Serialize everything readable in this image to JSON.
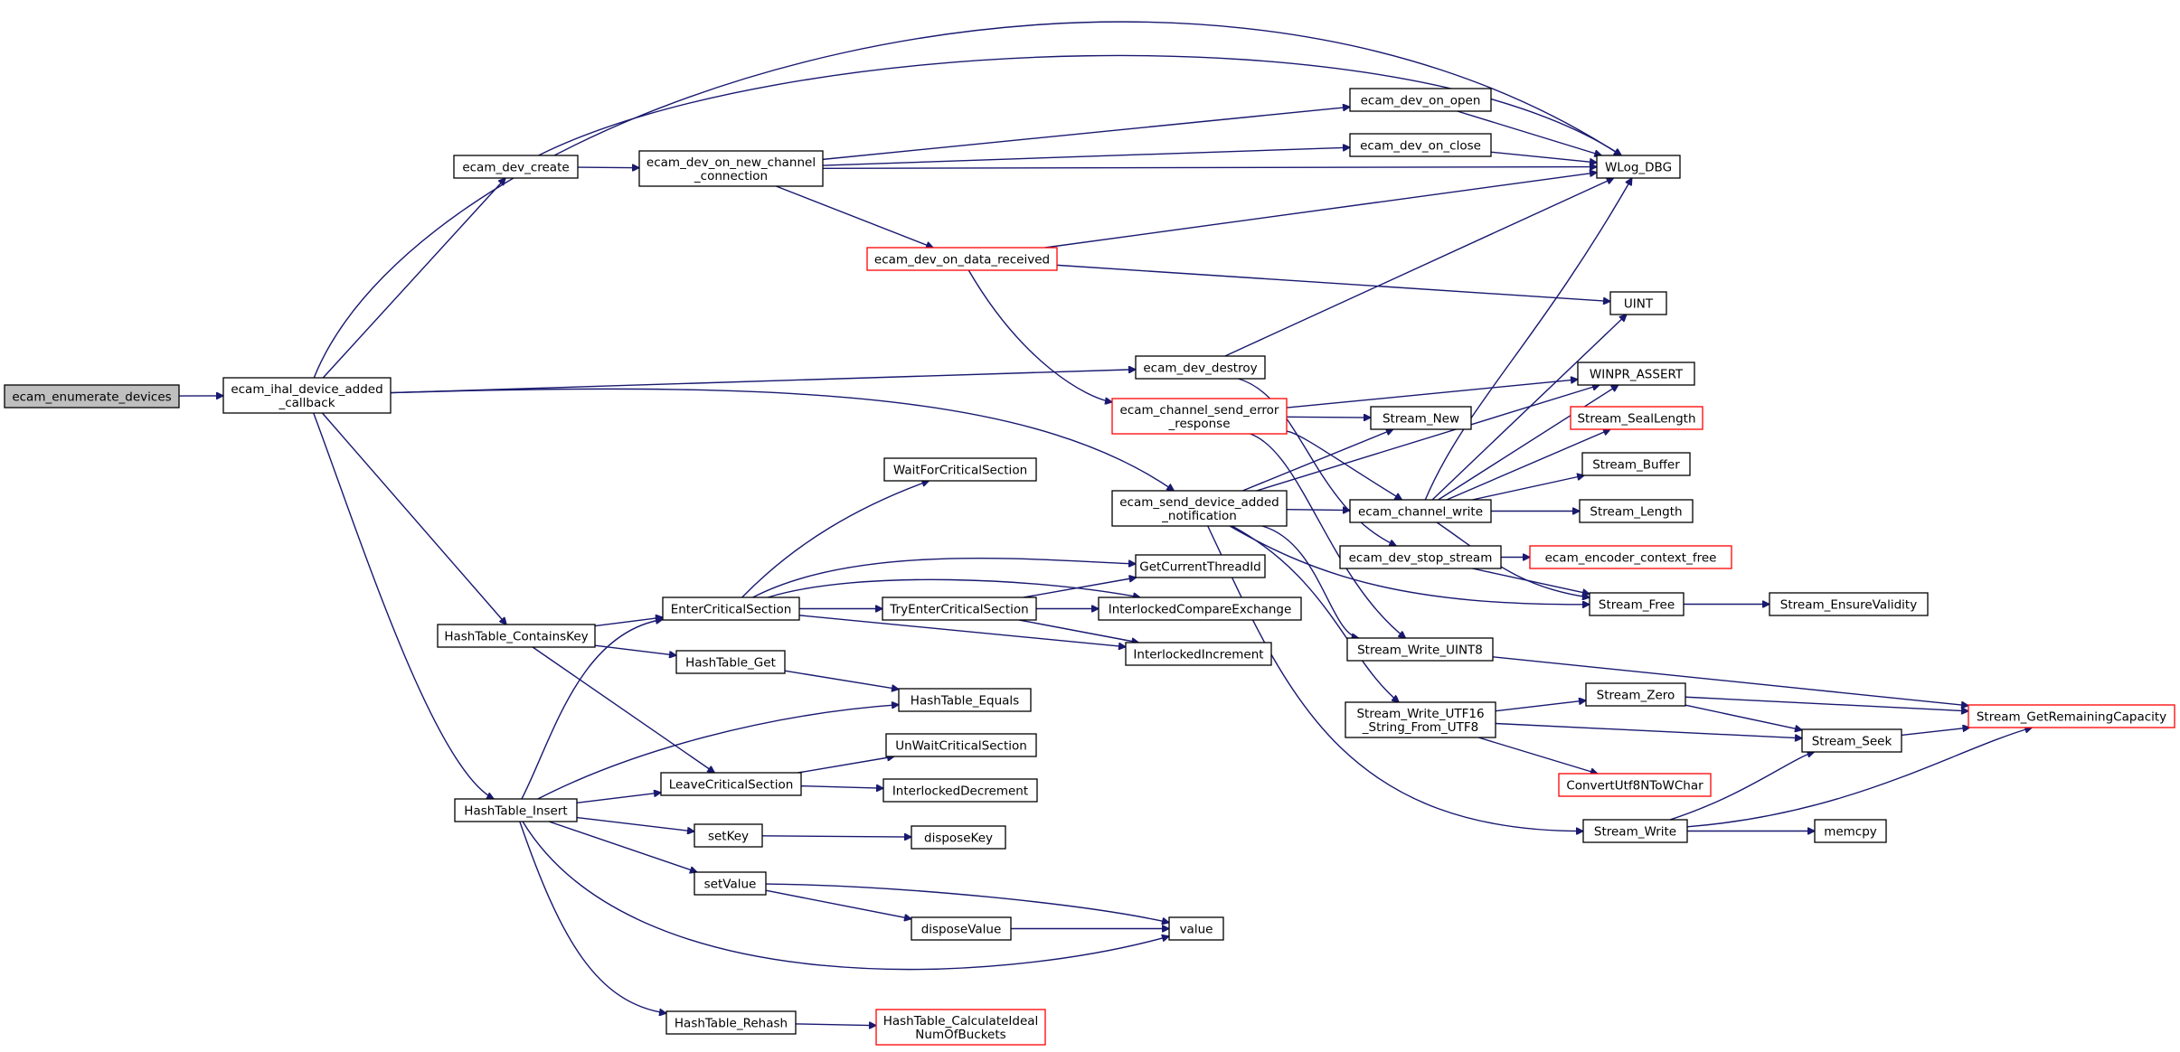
{
  "diagram": {
    "type": "call-graph",
    "colors": {
      "edge": "#191970",
      "node_border": "#000000",
      "truncated_border": "#ff0000",
      "root_fill": "#bfbfbf",
      "background": "#ffffff"
    },
    "nodes": [
      {
        "id": "ecam_enumerate_devices",
        "lines": [
          "ecam_enumerate_devices"
        ],
        "style": "root"
      },
      {
        "id": "ecam_ihal_device_added_callback",
        "lines": [
          "ecam_ihal_device_added",
          "_callback"
        ],
        "style": "normal"
      },
      {
        "id": "ecam_dev_create",
        "lines": [
          "ecam_dev_create"
        ],
        "style": "normal"
      },
      {
        "id": "ecam_dev_on_new_channel_connection",
        "lines": [
          "ecam_dev_on_new_channel",
          "_connection"
        ],
        "style": "normal"
      },
      {
        "id": "ecam_dev_on_open",
        "lines": [
          "ecam_dev_on_open"
        ],
        "style": "normal"
      },
      {
        "id": "ecam_dev_on_close",
        "lines": [
          "ecam_dev_on_close"
        ],
        "style": "normal"
      },
      {
        "id": "WLog_DBG",
        "lines": [
          "WLog_DBG"
        ],
        "style": "normal"
      },
      {
        "id": "ecam_dev_on_data_received",
        "lines": [
          "ecam_dev_on_data_received"
        ],
        "style": "truncated"
      },
      {
        "id": "UINT",
        "lines": [
          "UINT"
        ],
        "style": "normal"
      },
      {
        "id": "ecam_dev_destroy",
        "lines": [
          "ecam_dev_destroy"
        ],
        "style": "normal"
      },
      {
        "id": "WINPR_ASSERT",
        "lines": [
          "WINPR_ASSERT"
        ],
        "style": "normal"
      },
      {
        "id": "ecam_channel_send_error_response",
        "lines": [
          "ecam_channel_send_error",
          "_response"
        ],
        "style": "truncated"
      },
      {
        "id": "Stream_New",
        "lines": [
          "Stream_New"
        ],
        "style": "normal"
      },
      {
        "id": "Stream_SealLength",
        "lines": [
          "Stream_SealLength"
        ],
        "style": "truncated"
      },
      {
        "id": "Stream_Buffer",
        "lines": [
          "Stream_Buffer"
        ],
        "style": "normal"
      },
      {
        "id": "WaitForCriticalSection",
        "lines": [
          "WaitForCriticalSection"
        ],
        "style": "normal"
      },
      {
        "id": "ecam_send_device_added_notification",
        "lines": [
          "ecam_send_device_added",
          "_notification"
        ],
        "style": "normal"
      },
      {
        "id": "ecam_channel_write",
        "lines": [
          "ecam_channel_write"
        ],
        "style": "normal"
      },
      {
        "id": "Stream_Length",
        "lines": [
          "Stream_Length"
        ],
        "style": "normal"
      },
      {
        "id": "ecam_dev_stop_stream",
        "lines": [
          "ecam_dev_stop_stream"
        ],
        "style": "normal"
      },
      {
        "id": "ecam_encoder_context_free",
        "lines": [
          "ecam_encoder_context_free"
        ],
        "style": "truncated"
      },
      {
        "id": "GetCurrentThreadId",
        "lines": [
          "GetCurrentThreadId"
        ],
        "style": "normal"
      },
      {
        "id": "EnterCriticalSection",
        "lines": [
          "EnterCriticalSection"
        ],
        "style": "normal"
      },
      {
        "id": "TryEnterCriticalSection",
        "lines": [
          "TryEnterCriticalSection"
        ],
        "style": "normal"
      },
      {
        "id": "InterlockedCompareExchange",
        "lines": [
          "InterlockedCompareExchange"
        ],
        "style": "normal"
      },
      {
        "id": "Stream_Free",
        "lines": [
          "Stream_Free"
        ],
        "style": "normal"
      },
      {
        "id": "Stream_EnsureValidity",
        "lines": [
          "Stream_EnsureValidity"
        ],
        "style": "normal"
      },
      {
        "id": "HashTable_ContainsKey",
        "lines": [
          "HashTable_ContainsKey"
        ],
        "style": "normal"
      },
      {
        "id": "Stream_Write_UINT8",
        "lines": [
          "Stream_Write_UINT8"
        ],
        "style": "normal"
      },
      {
        "id": "InterlockedIncrement",
        "lines": [
          "InterlockedIncrement"
        ],
        "style": "normal"
      },
      {
        "id": "HashTable_Get",
        "lines": [
          "HashTable_Get"
        ],
        "style": "normal"
      },
      {
        "id": "HashTable_Equals",
        "lines": [
          "HashTable_Equals"
        ],
        "style": "normal"
      },
      {
        "id": "Stream_Zero",
        "lines": [
          "Stream_Zero"
        ],
        "style": "normal"
      },
      {
        "id": "Stream_Write_UTF16_String_From_UTF8",
        "lines": [
          "Stream_Write_UTF16",
          "_String_From_UTF8"
        ],
        "style": "normal"
      },
      {
        "id": "Stream_GetRemainingCapacity",
        "lines": [
          "Stream_GetRemainingCapacity"
        ],
        "style": "truncated"
      },
      {
        "id": "Stream_Seek",
        "lines": [
          "Stream_Seek"
        ],
        "style": "normal"
      },
      {
        "id": "UnWaitCriticalSection",
        "lines": [
          "UnWaitCriticalSection"
        ],
        "style": "normal"
      },
      {
        "id": "LeaveCriticalSection",
        "lines": [
          "LeaveCriticalSection"
        ],
        "style": "normal"
      },
      {
        "id": "ConvertUtf8NToWChar",
        "lines": [
          "ConvertUtf8NToWChar"
        ],
        "style": "truncated"
      },
      {
        "id": "InterlockedDecrement",
        "lines": [
          "InterlockedDecrement"
        ],
        "style": "normal"
      },
      {
        "id": "HashTable_Insert",
        "lines": [
          "HashTable_Insert"
        ],
        "style": "normal"
      },
      {
        "id": "Stream_Write",
        "lines": [
          "Stream_Write"
        ],
        "style": "normal"
      },
      {
        "id": "memcpy",
        "lines": [
          "memcpy"
        ],
        "style": "normal"
      },
      {
        "id": "setKey",
        "lines": [
          "setKey"
        ],
        "style": "normal"
      },
      {
        "id": "disposeKey",
        "lines": [
          "disposeKey"
        ],
        "style": "normal"
      },
      {
        "id": "setValue",
        "lines": [
          "setValue"
        ],
        "style": "normal"
      },
      {
        "id": "disposeValue",
        "lines": [
          "disposeValue"
        ],
        "style": "normal"
      },
      {
        "id": "value",
        "lines": [
          "value"
        ],
        "style": "normal"
      },
      {
        "id": "HashTable_Rehash",
        "lines": [
          "HashTable_Rehash"
        ],
        "style": "normal"
      },
      {
        "id": "HashTable_CalculateIdealNumOfBuckets",
        "lines": [
          "HashTable_CalculateIdeal",
          "NumOfBuckets"
        ],
        "style": "truncated"
      }
    ],
    "edges": [
      {
        "from": "ecam_enumerate_devices",
        "to": "ecam_ihal_device_added_callback"
      },
      {
        "from": "ecam_ihal_device_added_callback",
        "to": "WLog_DBG"
      },
      {
        "from": "ecam_ihal_device_added_callback",
        "to": "ecam_dev_create"
      },
      {
        "from": "ecam_ihal_device_added_callback",
        "to": "ecam_dev_destroy"
      },
      {
        "from": "ecam_ihal_device_added_callback",
        "to": "ecam_send_device_added_notification"
      },
      {
        "from": "ecam_ihal_device_added_callback",
        "to": "HashTable_ContainsKey"
      },
      {
        "from": "ecam_ihal_device_added_callback",
        "to": "HashTable_Insert"
      },
      {
        "from": "ecam_dev_create",
        "to": "WLog_DBG"
      },
      {
        "from": "ecam_dev_create",
        "to": "ecam_dev_on_new_channel_connection"
      },
      {
        "from": "ecam_dev_on_new_channel_connection",
        "to": "ecam_dev_on_open"
      },
      {
        "from": "ecam_dev_on_new_channel_connection",
        "to": "ecam_dev_on_close"
      },
      {
        "from": "ecam_dev_on_new_channel_connection",
        "to": "WLog_DBG"
      },
      {
        "from": "ecam_dev_on_new_channel_connection",
        "to": "ecam_dev_on_data_received"
      },
      {
        "from": "ecam_dev_on_open",
        "to": "WLog_DBG"
      },
      {
        "from": "ecam_dev_on_close",
        "to": "WLog_DBG"
      },
      {
        "from": "ecam_dev_on_data_received",
        "to": "WLog_DBG"
      },
      {
        "from": "ecam_dev_on_data_received",
        "to": "UINT"
      },
      {
        "from": "ecam_dev_on_data_received",
        "to": "ecam_channel_send_error_response"
      },
      {
        "from": "ecam_dev_destroy",
        "to": "WLog_DBG"
      },
      {
        "from": "ecam_dev_destroy",
        "to": "ecam_dev_stop_stream"
      },
      {
        "from": "ecam_channel_send_error_response",
        "to": "WINPR_ASSERT"
      },
      {
        "from": "ecam_channel_send_error_response",
        "to": "Stream_New"
      },
      {
        "from": "ecam_channel_send_error_response",
        "to": "ecam_channel_write"
      },
      {
        "from": "ecam_channel_send_error_response",
        "to": "Stream_Write_UINT8"
      },
      {
        "from": "ecam_send_device_added_notification",
        "to": "Stream_New"
      },
      {
        "from": "ecam_send_device_added_notification",
        "to": "WINPR_ASSERT"
      },
      {
        "from": "ecam_send_device_added_notification",
        "to": "ecam_channel_write"
      },
      {
        "from": "ecam_send_device_added_notification",
        "to": "Stream_Free"
      },
      {
        "from": "ecam_send_device_added_notification",
        "to": "Stream_Write_UINT8"
      },
      {
        "from": "ecam_send_device_added_notification",
        "to": "Stream_Write_UTF16_String_From_UTF8"
      },
      {
        "from": "ecam_send_device_added_notification",
        "to": "Stream_Write"
      },
      {
        "from": "ecam_channel_write",
        "to": "WLog_DBG"
      },
      {
        "from": "ecam_channel_write",
        "to": "UINT"
      },
      {
        "from": "ecam_channel_write",
        "to": "WINPR_ASSERT"
      },
      {
        "from": "ecam_channel_write",
        "to": "Stream_SealLength"
      },
      {
        "from": "ecam_channel_write",
        "to": "Stream_Buffer"
      },
      {
        "from": "ecam_channel_write",
        "to": "Stream_Length"
      },
      {
        "from": "ecam_channel_write",
        "to": "Stream_Free"
      },
      {
        "from": "ecam_dev_stop_stream",
        "to": "ecam_encoder_context_free"
      },
      {
        "from": "ecam_dev_stop_stream",
        "to": "Stream_Free"
      },
      {
        "from": "Stream_Free",
        "to": "Stream_EnsureValidity"
      },
      {
        "from": "Stream_Write_UINT8",
        "to": "Stream_GetRemainingCapacity"
      },
      {
        "from": "Stream_Write_UTF16_String_From_UTF8",
        "to": "Stream_Zero"
      },
      {
        "from": "Stream_Write_UTF16_String_From_UTF8",
        "to": "Stream_Seek"
      },
      {
        "from": "Stream_Write_UTF16_String_From_UTF8",
        "to": "ConvertUtf8NToWChar"
      },
      {
        "from": "Stream_Zero",
        "to": "Stream_GetRemainingCapacity"
      },
      {
        "from": "Stream_Zero",
        "to": "Stream_Seek"
      },
      {
        "from": "Stream_Seek",
        "to": "Stream_GetRemainingCapacity"
      },
      {
        "from": "Stream_Write",
        "to": "Stream_Seek"
      },
      {
        "from": "Stream_Write",
        "to": "Stream_GetRemainingCapacity"
      },
      {
        "from": "Stream_Write",
        "to": "memcpy"
      },
      {
        "from": "HashTable_ContainsKey",
        "to": "EnterCriticalSection"
      },
      {
        "from": "HashTable_ContainsKey",
        "to": "HashTable_Get"
      },
      {
        "from": "HashTable_ContainsKey",
        "to": "LeaveCriticalSection"
      },
      {
        "from": "EnterCriticalSection",
        "to": "WaitForCriticalSection"
      },
      {
        "from": "EnterCriticalSection",
        "to": "GetCurrentThreadId"
      },
      {
        "from": "EnterCriticalSection",
        "to": "InterlockedCompareExchange"
      },
      {
        "from": "EnterCriticalSection",
        "to": "TryEnterCriticalSection"
      },
      {
        "from": "EnterCriticalSection",
        "to": "InterlockedIncrement"
      },
      {
        "from": "TryEnterCriticalSection",
        "to": "GetCurrentThreadId"
      },
      {
        "from": "TryEnterCriticalSection",
        "to": "InterlockedCompareExchange"
      },
      {
        "from": "TryEnterCriticalSection",
        "to": "InterlockedIncrement"
      },
      {
        "from": "HashTable_Get",
        "to": "HashTable_Equals"
      },
      {
        "from": "LeaveCriticalSection",
        "to": "UnWaitCriticalSection"
      },
      {
        "from": "LeaveCriticalSection",
        "to": "InterlockedDecrement"
      },
      {
        "from": "HashTable_Insert",
        "to": "EnterCriticalSection"
      },
      {
        "from": "HashTable_Insert",
        "to": "HashTable_Equals"
      },
      {
        "from": "HashTable_Insert",
        "to": "LeaveCriticalSection"
      },
      {
        "from": "HashTable_Insert",
        "to": "setKey"
      },
      {
        "from": "HashTable_Insert",
        "to": "setValue"
      },
      {
        "from": "HashTable_Insert",
        "to": "value"
      },
      {
        "from": "HashTable_Insert",
        "to": "HashTable_Rehash"
      },
      {
        "from": "setKey",
        "to": "disposeKey"
      },
      {
        "from": "setValue",
        "to": "value"
      },
      {
        "from": "setValue",
        "to": "disposeValue"
      },
      {
        "from": "disposeValue",
        "to": "value"
      },
      {
        "from": "HashTable_Rehash",
        "to": "HashTable_CalculateIdealNumOfBuckets"
      }
    ]
  }
}
